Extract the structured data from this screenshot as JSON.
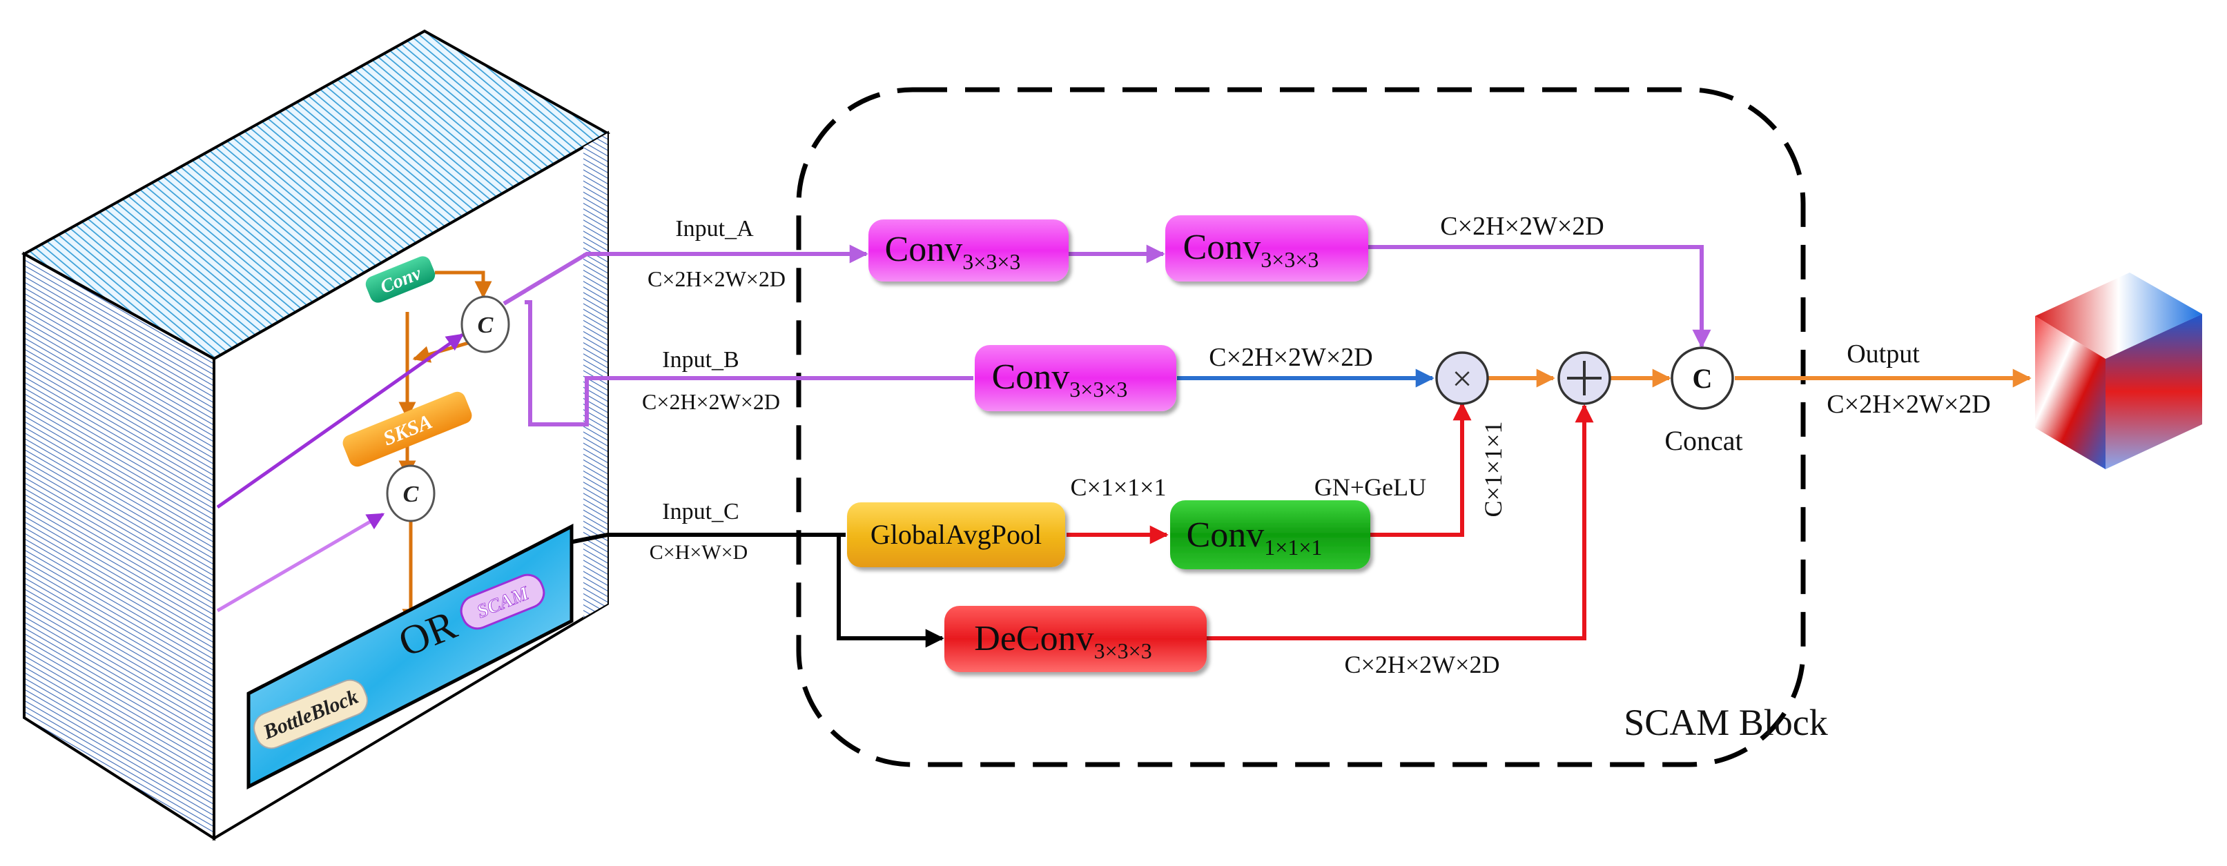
{
  "block_title": "SCAM Block",
  "inputs": {
    "a_label": "Input_A",
    "a_dims": "C×2H×2W×2D",
    "b_label": "Input_B",
    "b_dims": "C×2H×2W×2D",
    "c_label": "Input_C",
    "c_dims": "C×H×W×D"
  },
  "nodes": {
    "conv_a1": {
      "name": "Conv",
      "sub": "3×3×3"
    },
    "conv_a2": {
      "name": "Conv",
      "sub": "3×3×3"
    },
    "conv_b": {
      "name": "Conv",
      "sub": "3×3×3"
    },
    "gap": {
      "name": "GlobalAvgPool"
    },
    "conv_c": {
      "name": "Conv",
      "sub": "1×1×1"
    },
    "deconv": {
      "name": "DeConv",
      "sub": "3×3×3"
    },
    "multiply": {
      "symbol": "×"
    },
    "add": {
      "symbol": "+"
    },
    "concat": {
      "symbol": "C",
      "label": "Concat"
    }
  },
  "edge_labels": {
    "a_out": "C×2H×2W×2D",
    "b_out": "C×2H×2W×2D",
    "gap_out": "C×1×1×1",
    "gn_gelu": "GN+GeLU",
    "vertical": "C×1×1×1",
    "deconv_out": "C×2H×2W×2D",
    "output_label": "Output",
    "output_dims": "C×2H×2W×2D"
  },
  "left_block": {
    "conv": "Conv",
    "sksa": "SKSA",
    "c1": "C",
    "c2": "C",
    "bottleblock": "BottleBlock",
    "or": "OR",
    "scam": "SCAM"
  },
  "colors": {
    "purple_line": "#b45fe0",
    "blue_line": "#2a6fcf",
    "orange_line": "#f08a2e",
    "red_line": "#e8141c",
    "black_line": "#000000",
    "magenta_box": "#ee2cf0",
    "green_box": "#10a810",
    "red_box": "#e8191e",
    "yellow_box": "#f2b81a",
    "hatch_blue": "#4a90c9"
  }
}
